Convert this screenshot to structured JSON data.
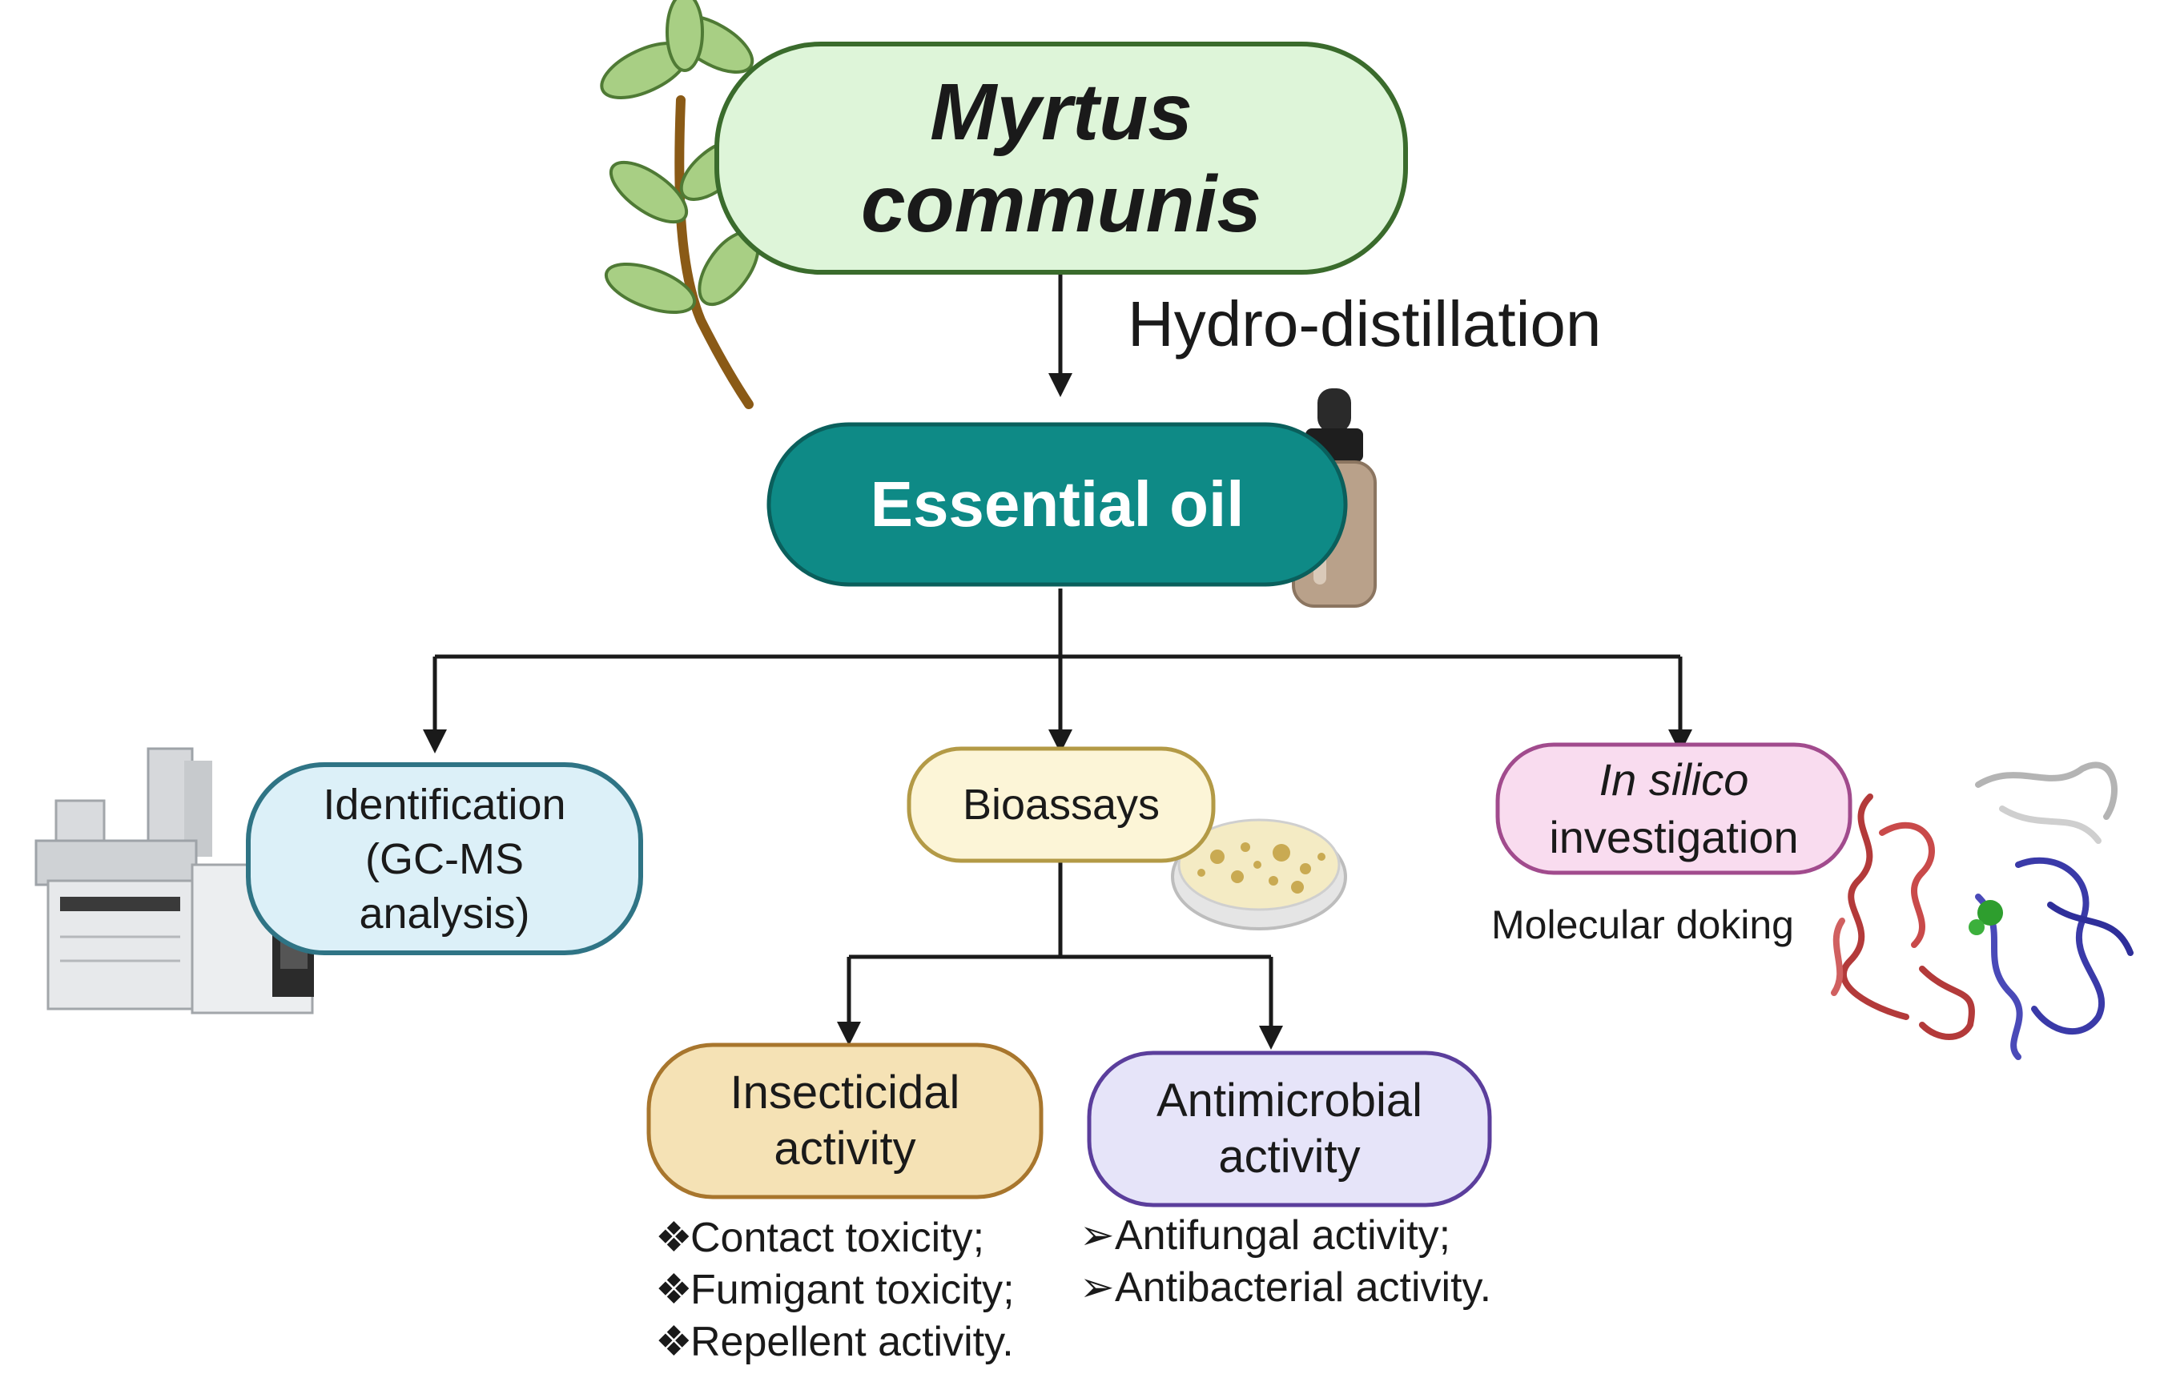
{
  "title": {
    "line1": "Myrtus",
    "line2": "communis"
  },
  "step_label": "Hydro-distillation",
  "essential_oil": "Essential oil",
  "identification": {
    "line1": "Identification",
    "line2": "(GC-MS",
    "line3": "analysis)"
  },
  "bioassays": "Bioassays",
  "in_silico": {
    "line1": "In silico",
    "line2": "investigation"
  },
  "molecular": "Molecular doking",
  "insecticidal": {
    "line1": "Insecticidal",
    "line2": "activity"
  },
  "antimicrobial": {
    "line1": "Antimicrobial",
    "line2": "activity"
  },
  "insecticidal_items": [
    "Contact toxicity;",
    "Fumigant toxicity;",
    "Repellent activity."
  ],
  "antimicrobial_items": [
    "Antifungal activity;",
    "Antibacterial activity."
  ],
  "markers": {
    "diamond": "❖",
    "arrow": "➢"
  },
  "colors": {
    "title_fill": "#def5d9",
    "title_stroke": "#3a6b2c",
    "oil_fill": "#0e8a86",
    "ident_fill": "#dcf0f8",
    "ident_stroke": "#2f7485",
    "bio_fill": "#fcf5d7",
    "bio_stroke": "#b39a46",
    "silico_fill": "#f9dcef",
    "silico_stroke": "#a14b8d",
    "insect_fill": "#f5e2b5",
    "insect_stroke": "#a8762d",
    "anti_fill": "#e6e4f9",
    "anti_stroke": "#5b3e9c"
  }
}
